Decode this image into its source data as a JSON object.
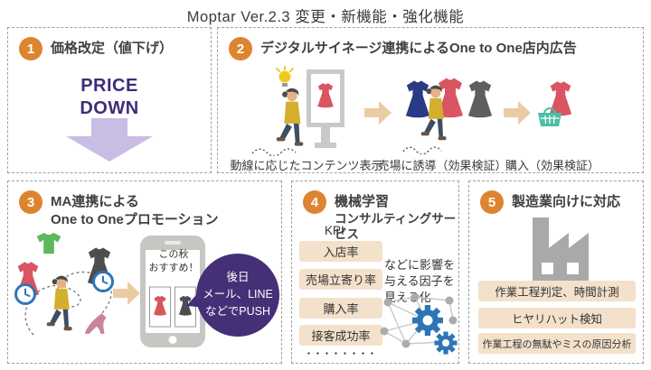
{
  "title": "Moptar Ver.2.3  変更・新機能・強化機能",
  "panels": {
    "p1": {
      "number": "1",
      "title": "価格改定（値下げ）",
      "price_text": "PRICE\nDOWN"
    },
    "p2": {
      "number": "2",
      "title": "デジタルサイネージ連携によるOne to One店内広告",
      "labels": [
        "動線に応じたコンテンツ表示",
        "売場に誘導（効果検証）",
        "購入（効果検証）"
      ]
    },
    "p3": {
      "number": "3",
      "title_line1": "MA連携による",
      "title_line2": "One to Oneプロモーション",
      "phone_text": "この秋\nおすすめ！",
      "bubble_text": "後日\nメール、LINE\nなどでPUSH"
    },
    "p4": {
      "number": "4",
      "title_line1": "機械学習",
      "title_line2": "コンサルティングサービス",
      "kpi_heading": "KPI",
      "kpi_items": [
        "入店率",
        "売場立寄り率",
        "購入率",
        "接客成功率"
      ],
      "kpi_more": "・・・・・・・・",
      "note": "などに影響を\n与える因子を\n見える化"
    },
    "p5": {
      "number": "5",
      "title": "製造業向けに対応",
      "items": [
        "作業工程判定、時間計測",
        "ヒヤリハット検知",
        "作業工程の無駄やミスの原因分析"
      ]
    }
  },
  "icons": [
    "step-number-badge",
    "down-arrow",
    "lightbulb",
    "digital-signage",
    "walking-person",
    "right-arrow",
    "dress",
    "tshirt",
    "clock",
    "high-heel",
    "shopping-basket",
    "smartphone",
    "speech-bubble",
    "network-graph",
    "gear",
    "factory"
  ],
  "colors": {
    "accent_orange": "#DC8430",
    "purple_text": "#3F2B7B",
    "purple_bubble": "#453077",
    "purple_arrow": "#C9BCE5",
    "beige_arrow": "#EACCA4",
    "beige_box": "#F3E1CB",
    "blue_gear": "#2E75B6",
    "red_dress": "#D95561",
    "blue_dress": "#2B3A85",
    "gray_dress": "#5E5E5E",
    "green_shirt": "#5CB85C",
    "teal_basket": "#4CBFA6",
    "factory_gray": "#A9A9A9"
  }
}
